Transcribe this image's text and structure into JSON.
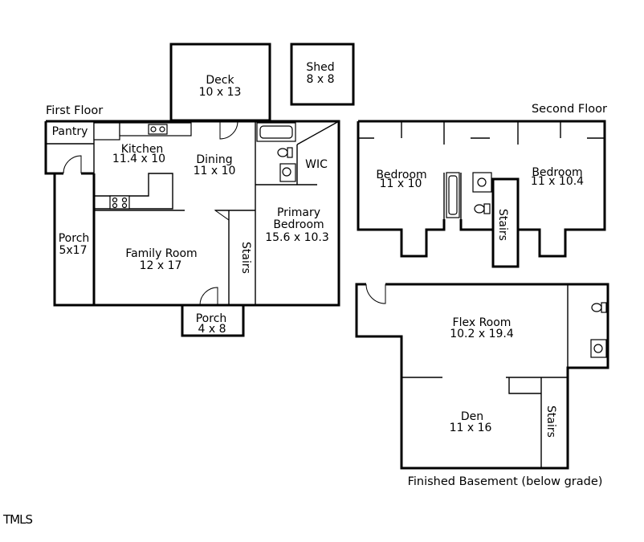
{
  "floors": {
    "first": "First Floor",
    "second": "Second Floor",
    "basement": "Finished Basement (below grade)"
  },
  "rooms": {
    "deck": {
      "name": "Deck",
      "size": "10 x 13"
    },
    "shed": {
      "name": "Shed",
      "size": "8 x 8"
    },
    "pantry": {
      "name": "Pantry"
    },
    "kitchen": {
      "name": "Kitchen",
      "size": "11.4 x 10"
    },
    "dining": {
      "name": "Dining",
      "size": "11 x 10"
    },
    "wic": {
      "name": "WIC"
    },
    "primary_bedroom": {
      "name1": "Primary",
      "name2": "Bedroom",
      "size": "15.6 x 10.3"
    },
    "porch_side": {
      "name": "Porch",
      "size": "5x17"
    },
    "family_room": {
      "name": "Family Room",
      "size": "12 x 17"
    },
    "stairs_first": {
      "name": "Stairs"
    },
    "porch_front": {
      "name": "Porch",
      "size": "4 x 8"
    },
    "bedroom_left": {
      "name": "Bedroom",
      "size": "11 x 10"
    },
    "bedroom_right": {
      "name": "Bedroom",
      "size": "11 x 10.4"
    },
    "stairs_second": {
      "name": "Stairs"
    },
    "flex_room": {
      "name": "Flex Room",
      "size": "10.2 x 19.4"
    },
    "den": {
      "name": "Den",
      "size": "11 x 16"
    },
    "stairs_basement": {
      "name": "Stairs"
    }
  },
  "watermark": "TMLS"
}
